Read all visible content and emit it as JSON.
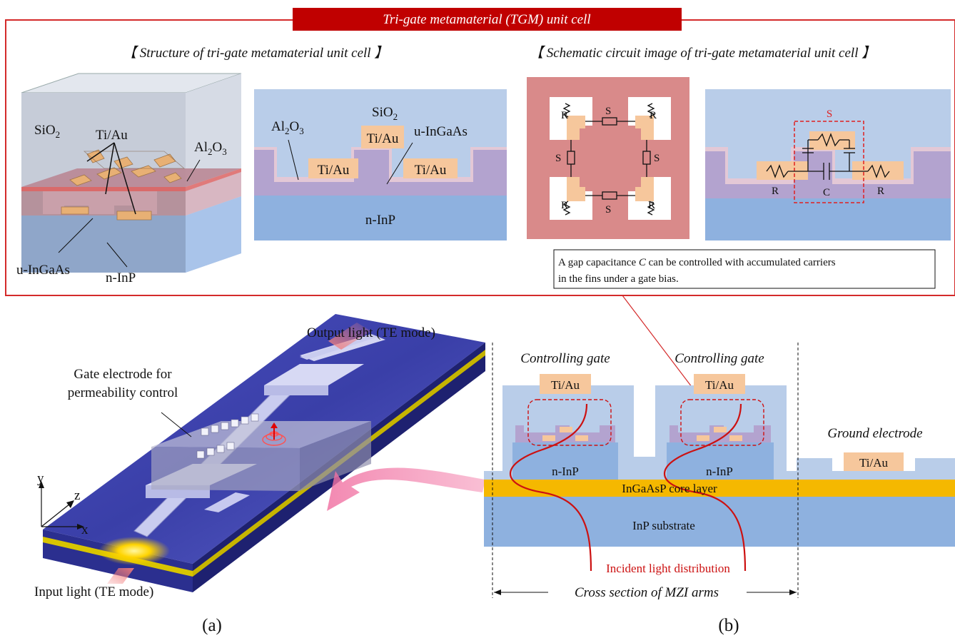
{
  "banner_title": "Tri-gate metamaterial (TGM) unit cell",
  "structure_heading": "【 Structure of tri-gate metamaterial unit cell 】",
  "circuit_heading": "【 Schematic circuit image of tri-gate metamaterial unit cell 】",
  "iso_labels": {
    "sio2": "SiO",
    "sio2_sub": "2",
    "tiau": "Ti/Au",
    "al2o3_a": "Al",
    "al2o3_sub1": "2",
    "al2o3_b": "O",
    "al2o3_sub2": "3",
    "uingaas": "u-InGaAs",
    "ninp": "n-InP"
  },
  "cross_labels": {
    "sio2": "SiO",
    "sio2_sub": "2",
    "al2o3_a": "Al",
    "al2o3_sub1": "2",
    "al2o3_b": "O",
    "al2o3_sub2": "3",
    "uingaas": "u-InGaAs",
    "tiau": "Ti/Au",
    "ninp": "n-InP"
  },
  "circuit_labels": {
    "r": "R",
    "s": "S",
    "c": "C"
  },
  "note": {
    "line1_pre": "A gap capacitance ",
    "line1_var": "C",
    "line1_post": " can be controlled with accumulated carriers",
    "line2": "in the fins under a gate bias."
  },
  "device_labels": {
    "output_light": "Output light (TE mode)",
    "gate_electrode_1": "Gate electrode for",
    "gate_electrode_2": "permeability control",
    "input_light": "Input light (TE mode)",
    "axis_x": "x",
    "axis_y": "y",
    "axis_z": "z"
  },
  "mzi_labels": {
    "controlling_gate": "Controlling gate",
    "tiau": "Ti/Au",
    "ninp": "n-InP",
    "ground_electrode": "Ground electrode",
    "core_layer": "InGaAsP core layer",
    "substrate": "InP substrate",
    "incident_light": "Incident light distribution",
    "cross_section": "Cross section of MZI arms"
  },
  "panel_labels": {
    "a": "(a)",
    "b": "(b)"
  },
  "colors": {
    "banner_red": "#c00000",
    "frame_red": "#d42a2a",
    "sio2_blue": "#aac3e6",
    "inp_blue": "#8cb3e0",
    "ingaas_purple": "#b3a3cf",
    "tiau_orange": "#f6c79c",
    "core_yellow": "#f5b800",
    "curve_red": "#cc1111"
  }
}
